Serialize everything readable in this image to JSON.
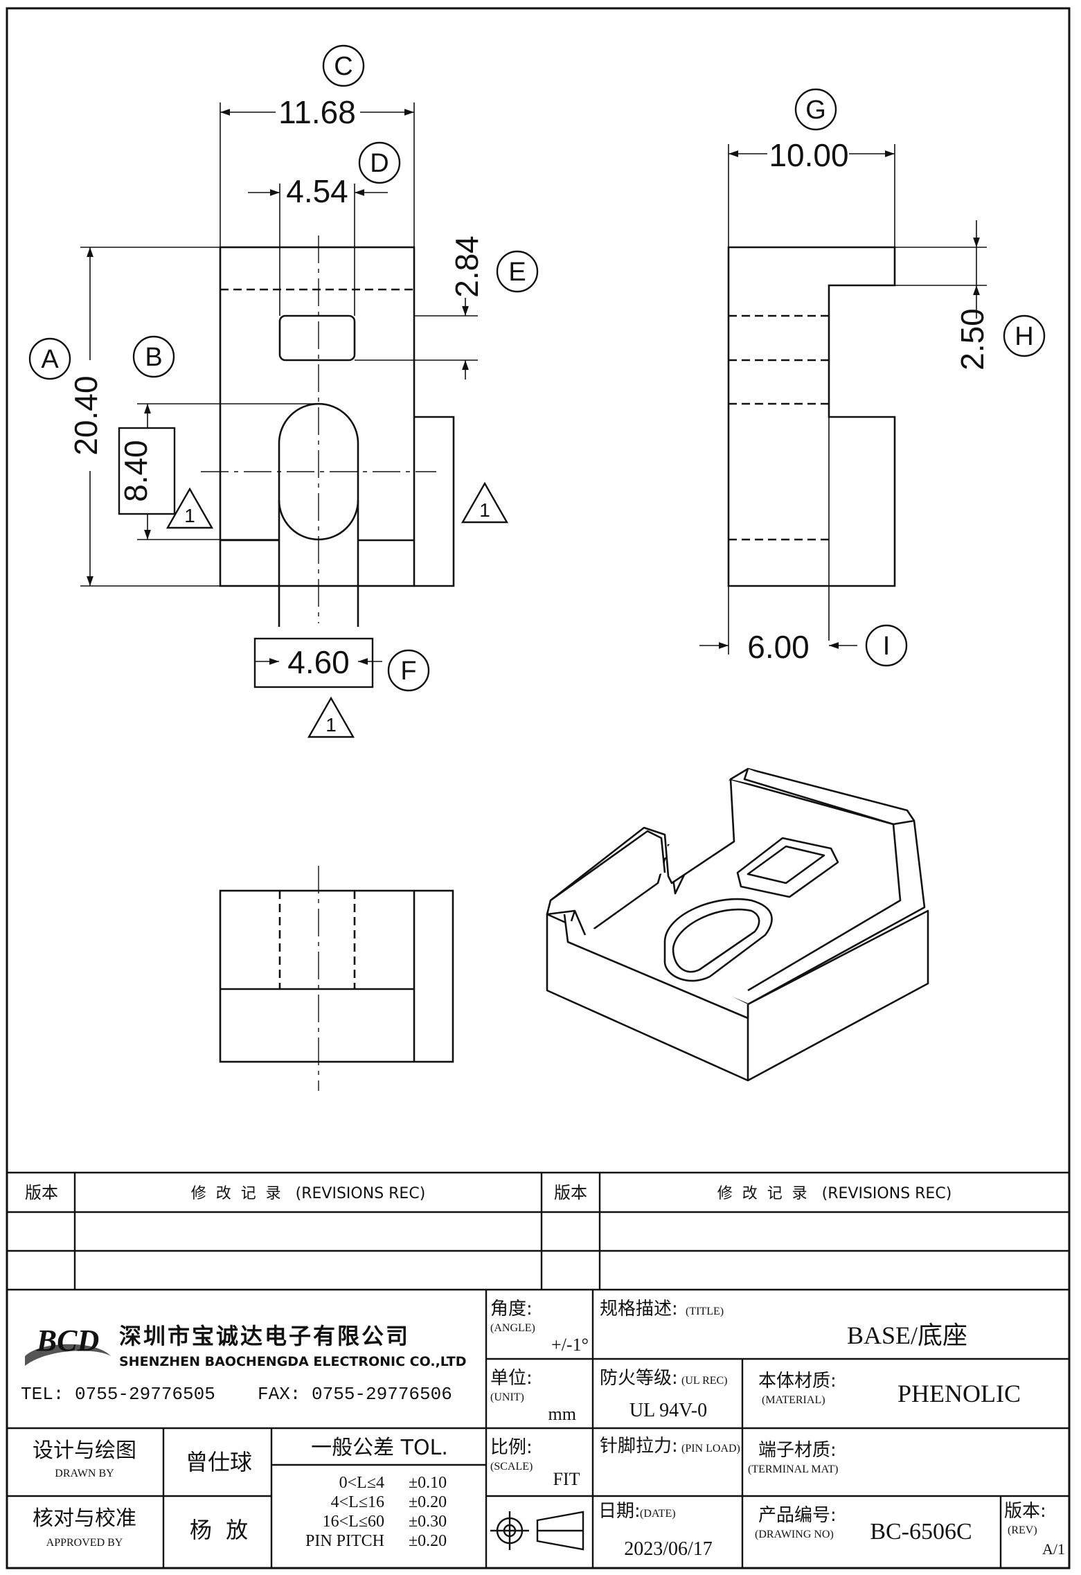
{
  "dimensions": {
    "a": {
      "letter": "A",
      "value": "20.40"
    },
    "b": {
      "letter": "B",
      "value": "8.40"
    },
    "c": {
      "letter": "C",
      "value": "11.68"
    },
    "d": {
      "letter": "D",
      "value": "4.54"
    },
    "e": {
      "letter": "E",
      "value": "2.84"
    },
    "f": {
      "letter": "F",
      "value": "4.60"
    },
    "g": {
      "letter": "G",
      "value": "10.00"
    },
    "h": {
      "letter": "H",
      "value": "2.50"
    },
    "i": {
      "letter": "I",
      "value": "6.00"
    }
  },
  "note_symbol": "1",
  "revisions": {
    "version_label": "版本",
    "record_label": "修  改  记  录   (REVISIONS REC)"
  },
  "company": {
    "logo_text": "BCD",
    "name_cn": "深圳市宝诚达电子有限公司",
    "name_en": "SHENZHEN BAOCHENGDA ELECTRONIC CO.,LTD",
    "tel": "TEL: 0755-29776505",
    "fax": "FAX: 0755-29776506"
  },
  "title_block": {
    "angle_label": "角度:",
    "angle_sub": "(ANGLE)",
    "angle_value": "+/-1°",
    "unit_label": "单位:",
    "unit_sub": "(UNIT)",
    "unit_value": "mm",
    "scale_label": "比例:",
    "scale_sub": "(SCALE)",
    "scale_value": "FIT",
    "title_label": "规格描述:",
    "title_sub": "(TITLE)",
    "title_value": "BASE/底座",
    "fire_label": "防火等级:",
    "fire_sub": "(UL REC)",
    "fire_value": "UL 94V-0",
    "material_label": "本体材质:",
    "material_sub": "(MATERIAL)",
    "material_value": "PHENOLIC",
    "pinload_label": "针脚拉力:",
    "pinload_sub": "(PIN LOAD)",
    "terminal_label": "端子材质:",
    "terminal_sub": "(TERMINAL MAT)",
    "date_label": "日期:",
    "date_sub": "(DATE)",
    "date_value": "2023/06/17",
    "drawing_no_label": "产品编号:",
    "drawing_no_sub": "(DRAWING NO)",
    "drawing_no_value": "BC-6506C",
    "rev_label": "版本:",
    "rev_sub": "(REV)",
    "rev_value": "A/1",
    "designer_label": "设计与绘图",
    "designer_sub": "DRAWN BY",
    "designer_name": "曾仕球",
    "approver_label": "核对与校准",
    "approver_sub": "APPROVED BY",
    "approver_name": "杨  放",
    "tolerance_title": "一般公差 TOL.",
    "tolerances": [
      {
        "range": "0<L≤4",
        "value": "±0.10"
      },
      {
        "range": "4<L≤16",
        "value": "±0.20"
      },
      {
        "range": "16<L≤60",
        "value": "±0.30"
      },
      {
        "range": "PIN PITCH",
        "value": "±0.20"
      }
    ]
  }
}
